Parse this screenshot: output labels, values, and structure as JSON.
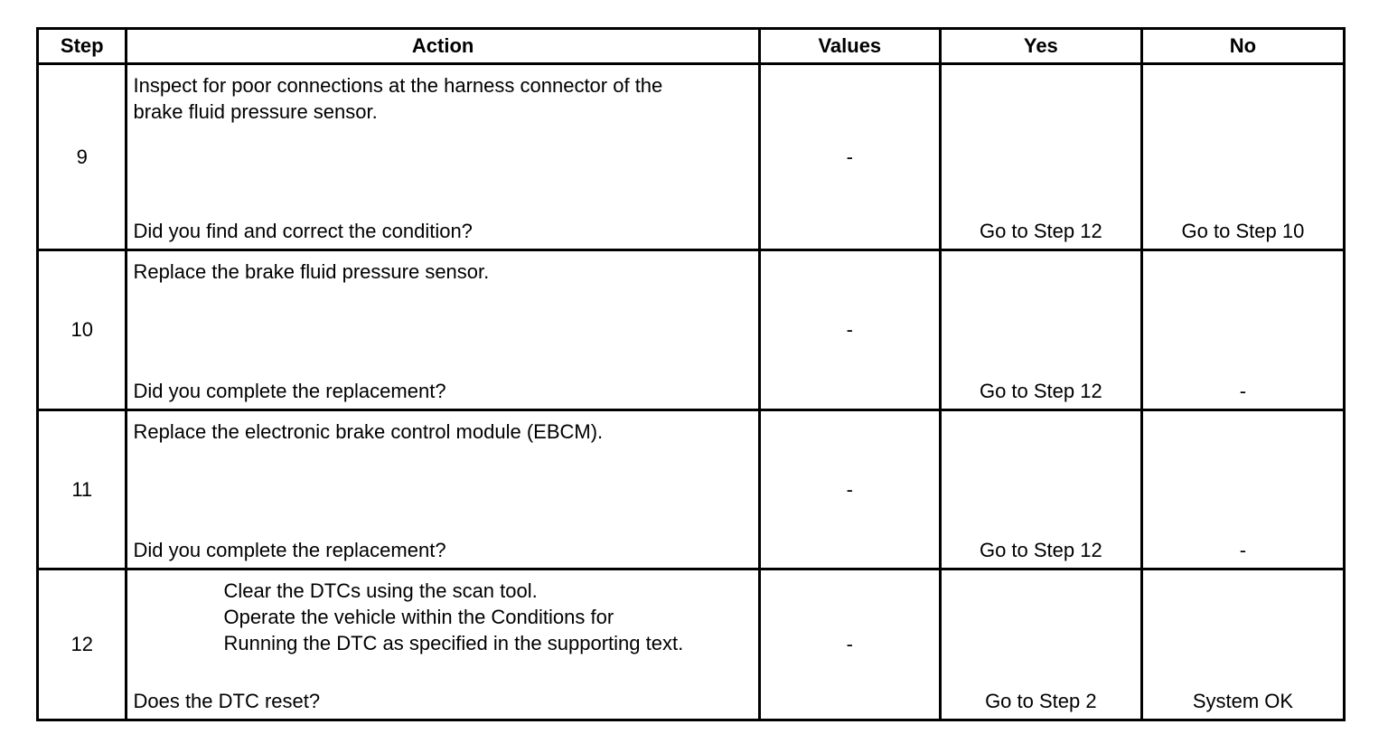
{
  "headers": {
    "step": "Step",
    "action": "Action",
    "values": "Values",
    "yes": "Yes",
    "no": "No"
  },
  "rows": [
    {
      "step": "9",
      "action_lines": [
        "Inspect for poor connections at the harness connector of the",
        "brake fluid pressure sensor."
      ],
      "question": "Did you find and correct the condition?",
      "values": "-",
      "yes": "Go to Step 12",
      "no": "Go to Step 10"
    },
    {
      "step": "10",
      "action_lines": [
        "Replace the brake fluid pressure sensor."
      ],
      "question": "Did you complete the replacement?",
      "values": "-",
      "yes": "Go to Step 12",
      "no": "-"
    },
    {
      "step": "11",
      "action_lines": [
        "Replace the electronic brake control module (EBCM)."
      ],
      "question": "Did you complete the replacement?",
      "values": "-",
      "yes": "Go to Step 12",
      "no": "-"
    },
    {
      "step": "12",
      "action_lines": [
        "Clear the DTCs using the scan tool.",
        "Operate the vehicle within the Conditions for",
        "Running the DTC as specified in the supporting text."
      ],
      "question": "Does the DTC reset?",
      "values": "-",
      "yes": "Go to Step 2",
      "no": "System OK"
    }
  ]
}
